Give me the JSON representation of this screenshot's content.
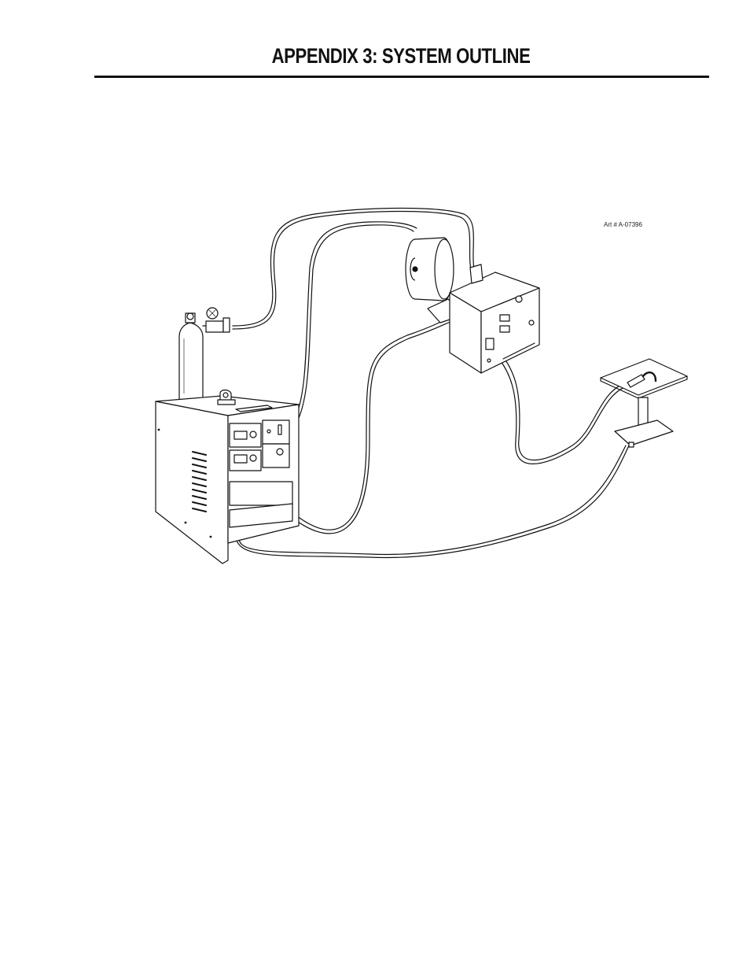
{
  "page": {
    "title": "APPENDIX 3: SYSTEM OUTLINE",
    "art_number": "Art # A-07396"
  },
  "illustration": {
    "components": [
      "gas-cylinder",
      "regulator",
      "power-source",
      "wire-feeder",
      "wire-spool",
      "mig-torch",
      "work-table"
    ]
  }
}
